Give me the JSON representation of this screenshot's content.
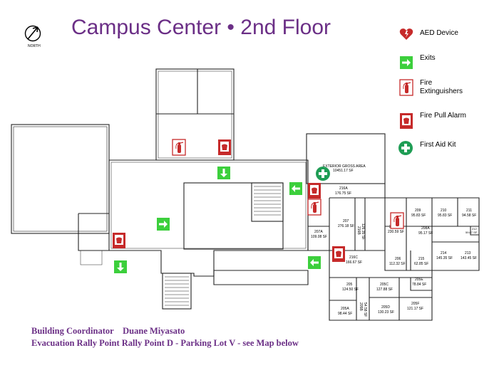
{
  "title": "Campus Center • 2nd Floor",
  "compass": {
    "label": "NORTH",
    "icon": "north-arrow-icon"
  },
  "legend": [
    {
      "icon": "aed-icon",
      "label": "AED Device",
      "color": "#c62a2a"
    },
    {
      "icon": "exit-arrow-icon",
      "label": "Exits",
      "color": "#3ccf3c"
    },
    {
      "icon": "fire-extinguisher-icon",
      "label": "Fire Extinguishers",
      "color": "#c62a2a"
    },
    {
      "icon": "fire-pull-alarm-icon",
      "label": "Fire Pull Alarm",
      "color": "#c62a2a"
    },
    {
      "icon": "first-aid-icon",
      "label": "First Aid Kit",
      "color": "#1f9d55"
    }
  ],
  "area_label": {
    "name": "EXTERIOR GROSS AREA",
    "area": "10451.17 SF"
  },
  "rooms": [
    {
      "id": "216A",
      "area": "176.75 SF"
    },
    {
      "id": "207",
      "area": "276.18 SF"
    },
    {
      "id": "207A",
      "area": "109.08 SF"
    },
    {
      "id": "216B",
      "area": "126.35 SF"
    },
    {
      "id": "208",
      "area": "230.59 SF"
    },
    {
      "id": "209",
      "area": "95.83 SF"
    },
    {
      "id": "210",
      "area": "95.83 SF"
    },
    {
      "id": "211",
      "area": "94.58 SF"
    },
    {
      "id": "212",
      "area": "59.67 SF"
    },
    {
      "id": "208A",
      "area": "95.17 SF"
    },
    {
      "id": "214",
      "area": "145.35 SF"
    },
    {
      "id": "213",
      "area": "143.45 SF"
    },
    {
      "id": "216C",
      "area": "166.67 SF"
    },
    {
      "id": "206",
      "area": "112.32 SF"
    },
    {
      "id": "215",
      "area": "62.85 SF"
    },
    {
      "id": "205",
      "area": "124.50 SF"
    },
    {
      "id": "205C",
      "area": "127.88 SF"
    },
    {
      "id": "205E",
      "area": "78.84 SF"
    },
    {
      "id": "205A",
      "area": "98.44 SF"
    },
    {
      "id": "205B",
      "area": "54.58 SF"
    },
    {
      "id": "205D",
      "area": "130.23 SF"
    },
    {
      "id": "205F",
      "area": "121.17 SF"
    }
  ],
  "footer": {
    "coordinator_label": "Building Coordinator",
    "coordinator_name": "Duane Miyasato",
    "rally": "Evacuation Rally Point Rally Point D - Parking Lot V - see Map below"
  }
}
